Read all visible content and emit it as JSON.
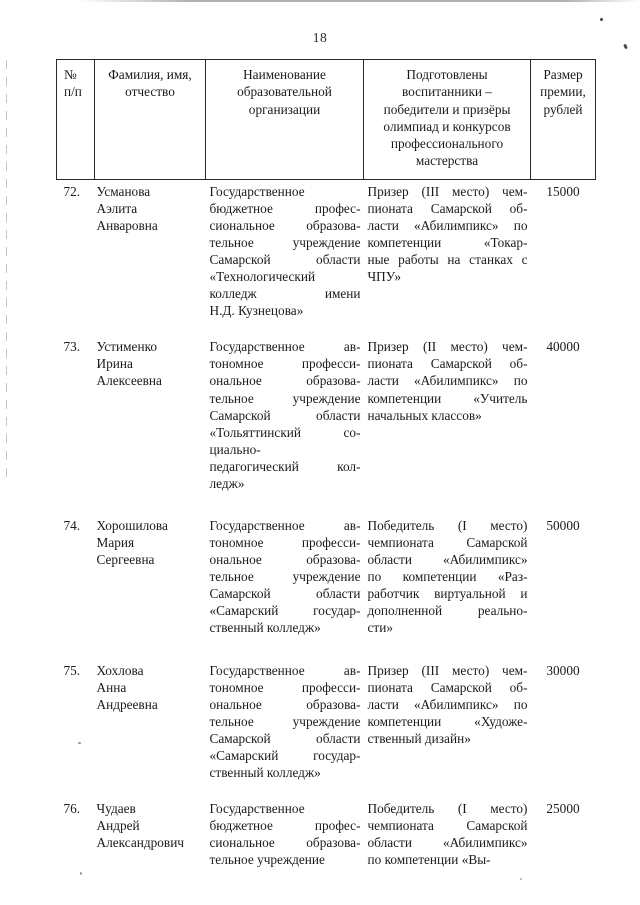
{
  "page": {
    "number": "18"
  },
  "table": {
    "headers": {
      "num": [
        "№",
        "п/п"
      ],
      "name": [
        "Фамилия, имя,",
        "отчество"
      ],
      "org": [
        "Наименование",
        "образовательной",
        "организации"
      ],
      "achievement": [
        "Подготовлены",
        "воспитанники –",
        "победители и призёры",
        "олимпиад и конкурсов",
        "профессионального",
        "мастерства"
      ],
      "prize": [
        "Размер",
        "премии,",
        "рублей"
      ]
    },
    "rows": [
      {
        "num": "72.",
        "name_lines": [
          "Усманова",
          "Аэлита",
          "Анваровна"
        ],
        "org_lines": [
          "Государственное",
          "бюджетное профес-",
          "сиональное образова-",
          "тельное учреждение",
          "Самарской области",
          "«Технологический",
          "колледж имени",
          "Н.Д. Кузнецова»"
        ],
        "org_last_index": 7,
        "achievement_lines": [
          "Призер (III место) чем-",
          "пионата Самарской об-",
          "ласти «Абилимпикс» по",
          "компетенции «Токар-",
          "ные работы на станках с",
          "ЧПУ»"
        ],
        "achievement_last_index": 5,
        "prize": "15000"
      },
      {
        "num": "73.",
        "name_lines": [
          "Устименко",
          "Ирина",
          "Алексеевна"
        ],
        "org_lines": [
          "Государственное ав-",
          "тономное професси-",
          "ональное образова-",
          "тельное учреждение",
          "Самарской области",
          "«Тольяттинский со-",
          "циально-",
          "педагогический кол-",
          "ледж»"
        ],
        "org_last_index": 8,
        "achievement_lines": [
          "Призер (II место) чем-",
          "пионата Самарской об-",
          "ласти «Абилимпикс» по",
          "компетенции «Учитель",
          "начальных классов»"
        ],
        "achievement_last_index": 4,
        "prize": "40000"
      },
      {
        "num": "74.",
        "name_lines": [
          "Хорошилова",
          "Мария",
          "Сергеевна"
        ],
        "org_lines": [
          "Государственное ав-",
          "тономное професси-",
          "ональное образова-",
          "тельное учреждение",
          "Самарской области",
          "«Самарский государ-",
          "ственный колледж»"
        ],
        "org_last_index": 6,
        "achievement_lines": [
          "Победитель (I место)",
          "чемпионата Самарской",
          "области «Абилимпикс»",
          "по компетенции «Раз-",
          "работчик виртуальной и",
          "дополненной реально-",
          "сти»"
        ],
        "achievement_last_index": 6,
        "prize": "50000"
      },
      {
        "num": "75.",
        "name_lines": [
          "Хохлова",
          "Анна",
          "Андреевна"
        ],
        "org_lines": [
          "Государственное ав-",
          "тономное професси-",
          "ональное образова-",
          "тельное учреждение",
          "Самарской области",
          "«Самарский государ-",
          "ственный колледж»"
        ],
        "org_last_index": 6,
        "achievement_lines": [
          "Призер (III место) чем-",
          "пионата Самарской об-",
          "ласти «Абилимпикс» по",
          "компетенции «Художе-",
          "ственный дизайн»"
        ],
        "achievement_last_index": 4,
        "prize": "30000"
      },
      {
        "num": "76.",
        "name_lines": [
          "Чудаев",
          "Андрей",
          "Александрович"
        ],
        "org_lines": [
          "Государственное",
          "бюджетное профес-",
          "сиональное образова-",
          "тельное учреждение"
        ],
        "org_last_index": 3,
        "achievement_lines": [
          "Победитель (I место)",
          "чемпионата Самарской",
          "области «Абилимпикс»",
          "по компетенции «Вы-"
        ],
        "achievement_last_index": 3,
        "prize": "25000"
      }
    ]
  }
}
